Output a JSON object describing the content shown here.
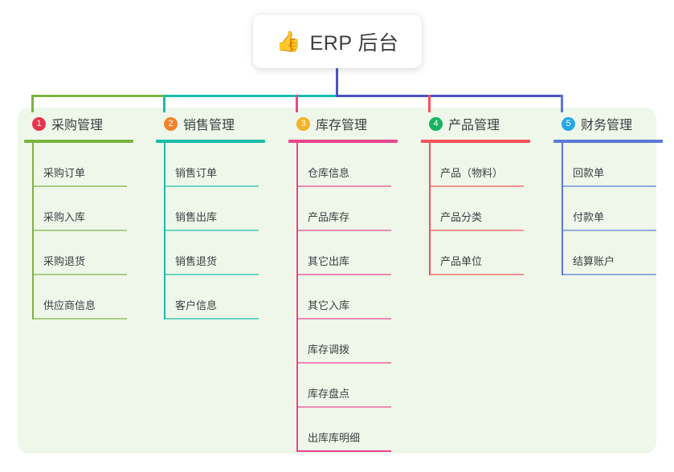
{
  "root": {
    "icon": "thumbs-up-icon",
    "emoji": "👍",
    "title": "ERP 后台"
  },
  "palette": {
    "page_background": "#ffffff",
    "panel_background": "#eef7e9",
    "card_background": "#ffffff",
    "text": "#3c4043",
    "root_connector": "#4b54c4"
  },
  "columns": [
    {
      "index": "1",
      "badge_color": "#e8344e",
      "line_color": "#7cb342",
      "title": "采购管理",
      "items": [
        {
          "label": "采购订单"
        },
        {
          "label": "采购入库"
        },
        {
          "label": "采购退货"
        },
        {
          "label": "供应商信息"
        }
      ]
    },
    {
      "index": "2",
      "badge_color": "#f4822b",
      "line_color": "#1abcab",
      "title": "销售管理",
      "items": [
        {
          "label": "销售订单"
        },
        {
          "label": "销售出库"
        },
        {
          "label": "销售退货"
        },
        {
          "label": "客户信息"
        }
      ]
    },
    {
      "index": "3",
      "badge_color": "#f5b324",
      "line_color": "#e8468f",
      "title": "库存管理",
      "items": [
        {
          "label": "仓库信息"
        },
        {
          "label": "产品库存"
        },
        {
          "label": "其它出库"
        },
        {
          "label": "其它入库"
        },
        {
          "label": "库存调拨"
        },
        {
          "label": "库存盘点"
        },
        {
          "label": "出库库明细"
        }
      ]
    },
    {
      "index": "4",
      "badge_color": "#16b45c",
      "line_color": "#f4525a",
      "title": "产品管理",
      "items": [
        {
          "label": "产品（物料）"
        },
        {
          "label": "产品分类"
        },
        {
          "label": "产品单位"
        }
      ]
    },
    {
      "index": "5",
      "badge_color": "#23a7e8",
      "line_color": "#5b79d6",
      "title": "财务管理",
      "items": [
        {
          "label": "回款单"
        },
        {
          "label": "付款单"
        },
        {
          "label": "结算账户"
        }
      ]
    }
  ]
}
